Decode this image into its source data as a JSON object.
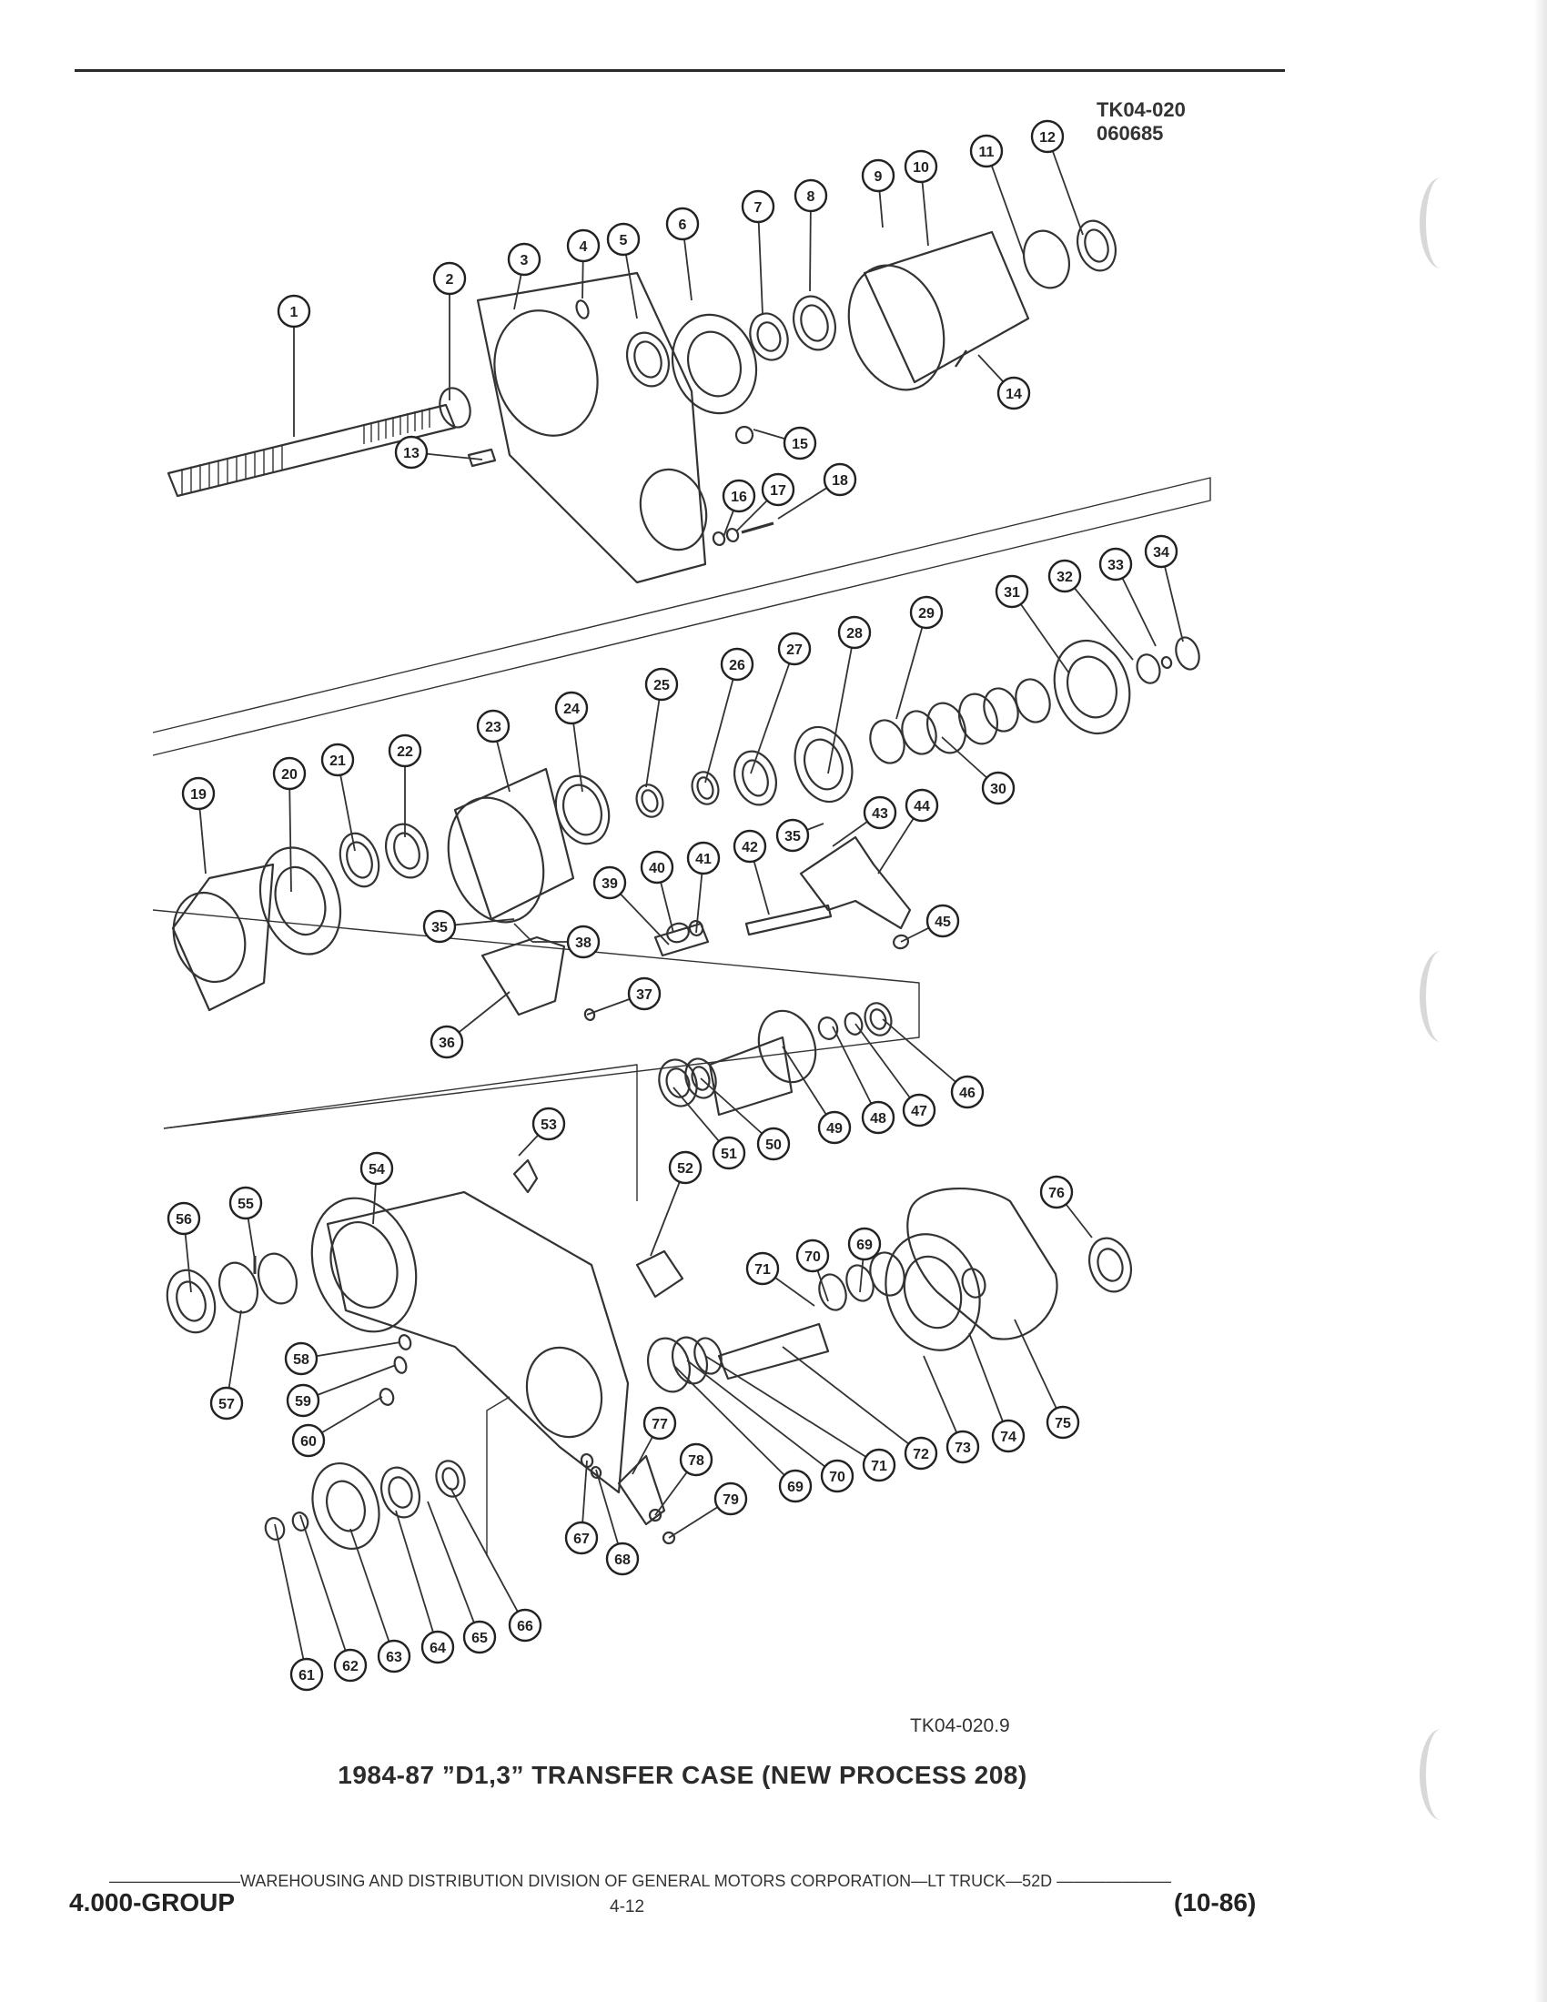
{
  "header": {
    "ref_code_line1": "TK04-020",
    "ref_code_line2": "060685"
  },
  "figure": {
    "code": "TK04-020.9",
    "caption": "1984-87 ”D1,3” TRANSFER CASE (NEW PROCESS 208)",
    "callout_numbers": [
      "1",
      "2",
      "3",
      "4",
      "5",
      "6",
      "7",
      "8",
      "9",
      "10",
      "11",
      "12",
      "13",
      "14",
      "15",
      "16",
      "17",
      "18",
      "19",
      "20",
      "21",
      "22",
      "23",
      "24",
      "25",
      "26",
      "27",
      "28",
      "29",
      "30",
      "31",
      "32",
      "33",
      "34",
      "35",
      "36",
      "37",
      "38",
      "39",
      "40",
      "41",
      "42",
      "43",
      "44",
      "45",
      "46",
      "47",
      "48",
      "49",
      "50",
      "51",
      "52",
      "53",
      "54",
      "55",
      "56",
      "57",
      "58",
      "59",
      "60",
      "61",
      "62",
      "63",
      "64",
      "65",
      "66",
      "67",
      "68",
      "69",
      "70",
      "71",
      "72",
      "73",
      "74",
      "75",
      "76",
      "77",
      "78",
      "79"
    ],
    "repeated_callouts": [
      "35",
      "69",
      "70",
      "71"
    ]
  },
  "footer": {
    "line": "WAREHOUSING AND DISTRIBUTION  DIVISION OF GENERAL MOTORS CORPORATION—LT TRUCK—52D",
    "group": "4.000-GROUP",
    "page": "4-12",
    "revision": "(10-86)"
  }
}
